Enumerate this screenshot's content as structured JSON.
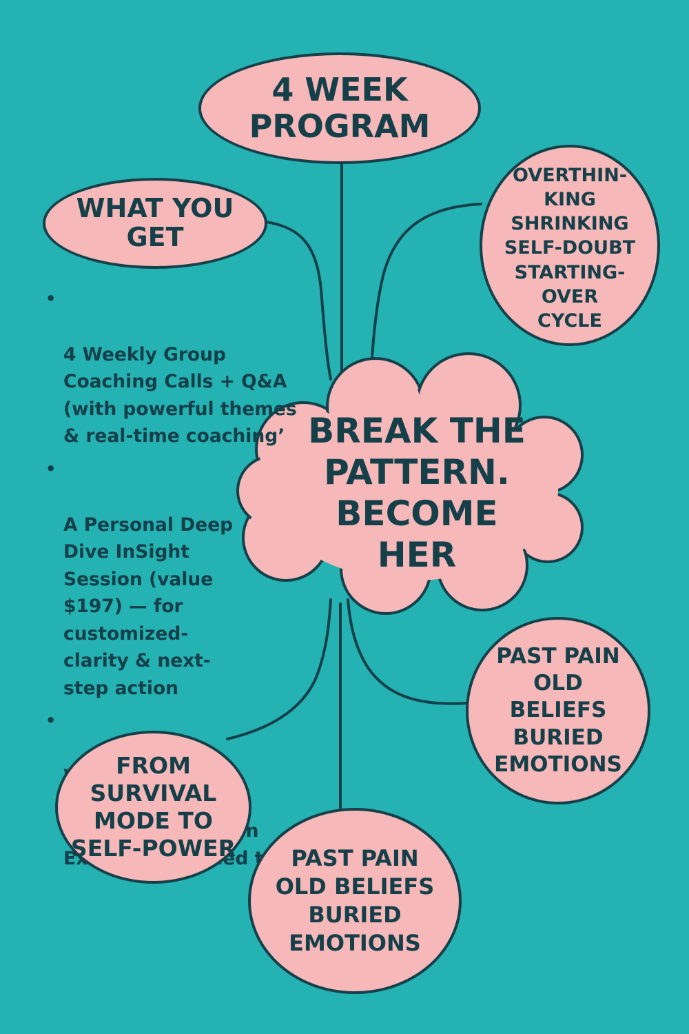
{
  "title": "4 WEEK\nPROGRAM",
  "nodes": {
    "what_you_get": "WHAT YOU\nGET",
    "center": "BREAK THE\nPATTERN.\nBECOME\nHER",
    "overthinking": "OVERTHIN-\nKING\nSHRINKING\nSELF-DOUBT\nSTARTING-\nOVER\nCYCLE",
    "past_pain_right": "PAST PAIN\nOLD\nBELIEFS\nBURIED\nEMOTIONS",
    "survival": "FROM\nSURVIVAL\nMODE TO\nSELF-POWER",
    "past_pain_bottom": "PAST PAIN\nOLD BELIEFS\nBURIED\nEMOTIONS"
  },
  "benefits": [
    "4 Weekly Group\nCoaching Calls + Q&A\n(with powerful themes\n& real-time coaching’",
    "A Personal Deep\nDive InSight\nSession (value\n$197) — for\ncustomized-\nclarity & next-\nstep action",
    "Weekly Journal\nPrompts, Realing\nTopics + Reflection\nExercises emailed to"
  ],
  "bullet_symbol": "•",
  "colors": {
    "background": "#24b2b3",
    "bubble_fill": "#f6b8b8",
    "ink": "#15404a"
  }
}
